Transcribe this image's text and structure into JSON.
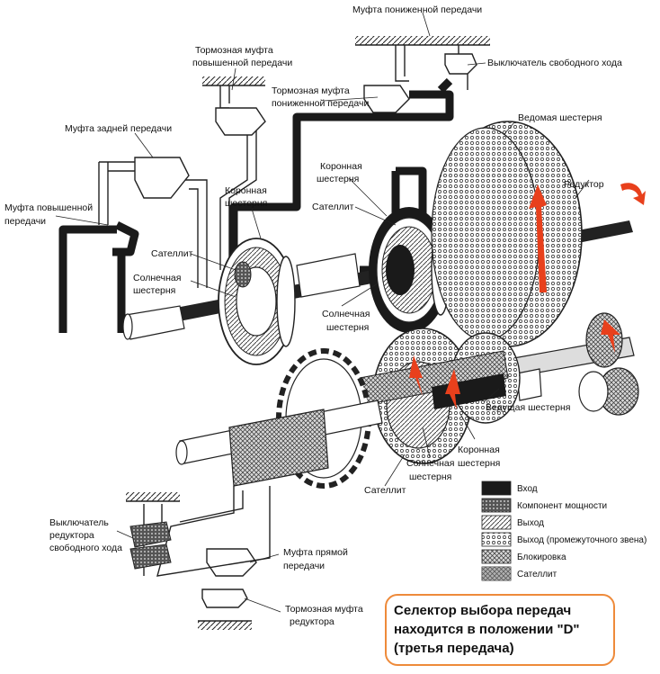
{
  "labels": {
    "low_gear_clutch": "Муфта пониженной передачи",
    "freewheel_switch": "Выключатель свободного хода",
    "overdrive_brake_l1": "Тормозная муфта",
    "overdrive_brake_l2": "повышенной передачи",
    "low_brake_l1": "Тормозная муфта",
    "low_brake_l2": "пониженной передачи",
    "reverse_clutch": "Муфта задней передачи",
    "driven_gear": "Ведомая шестерня",
    "overdrive_clutch_l1": "Муфта повышенной",
    "overdrive_clutch_l2": "передачи",
    "ring_gear_a_l1": "Коронная",
    "ring_gear_a_l2": "шестерня",
    "ring_gear_b_l1": "Коронная",
    "ring_gear_b_l2": "шестерня",
    "reducer": "Редуктор",
    "planet_a": "Сателлит",
    "planet_b": "Сателлит",
    "sun_gear_a_l1": "Солнечная",
    "sun_gear_a_l2": "шестерня",
    "sun_gear_b_l1": "Солнечная",
    "sun_gear_b_l2": "шестерня",
    "drive_gear": "Ведущая шестерня",
    "ring_gear_c_l1": "Коронная",
    "ring_gear_c_l2": "шестерня",
    "sun_gear_c_l1": "Солнечная",
    "sun_gear_c_l2": "шестерня",
    "planet_c": "Сателлит",
    "reducer_freewheel_l1": "Выключатель",
    "reducer_freewheel_l2": "редуктора",
    "reducer_freewheel_l3": "свободного хода",
    "direct_clutch_l1": "Муфта прямой",
    "direct_clutch_l2": "передачи",
    "reducer_brake_l1": "Тормозная муфта",
    "reducer_brake_l2": "редуктора"
  },
  "legend": [
    {
      "pattern": "input",
      "label": "Вход"
    },
    {
      "pattern": "power",
      "label": "Компонент мощности"
    },
    {
      "pattern": "output",
      "label": "Выход"
    },
    {
      "pattern": "intermediate",
      "label": "Выход (промежуточного звена)"
    },
    {
      "pattern": "lock",
      "label": "Блокировка"
    },
    {
      "pattern": "planet",
      "label": "Сателлит"
    }
  ],
  "note": {
    "line1": "Селектор выбора передач",
    "line2": "находится в положении \"D\"",
    "line3": "(третья передача)"
  },
  "colors": {
    "arrow": "#e8401c",
    "note_border": "#ee8a3a"
  }
}
